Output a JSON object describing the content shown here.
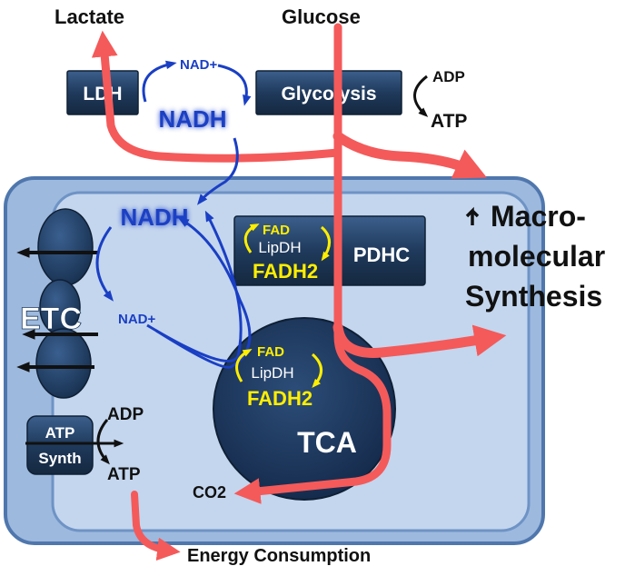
{
  "labels": {
    "lactate": "Lactate",
    "glucose": "Glucose",
    "ldh": "LDH",
    "glycolysis": "Glycolysis",
    "nad_plus_top": "NAD+",
    "nadh_top": "NADH",
    "adp_top": "ADP",
    "atp_top": "ATP",
    "macro_line1": "Macro-",
    "macro_line2": "molecular",
    "macro_line3": "Synthesis",
    "nadh_mito": "NADH",
    "nad_plus_mito": "NAD+",
    "etc": "ETC",
    "fad_pdhc": "FAD",
    "lipdh_pdhc": "LipDH",
    "fadh2_pdhc": "FADH2",
    "pdhc": "PDHC",
    "fad_tca": "FAD",
    "lipdh_tca": "LipDH",
    "fadh2_tca": "FADH2",
    "tca": "TCA",
    "atp_synth_line1": "ATP",
    "atp_synth_line2": "Synth",
    "adp_bottom": "ADP",
    "atp_bottom": "ATP",
    "co2": "CO2",
    "energy": "Energy Consumption"
  },
  "colors": {
    "box_dark": "#1f3a5c",
    "flux_red": "#f45a5a",
    "nad_blue": "#1a3fc4",
    "glow_blue": "#7fb2ff",
    "fad_yellow": "#ffee00",
    "outer_membrane": "#5d82b5",
    "matrix_fill": "#bcd0ea"
  }
}
